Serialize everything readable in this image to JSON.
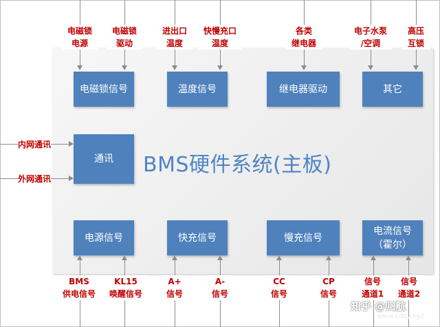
{
  "board": {
    "title": "BMS硬件系统(主板)"
  },
  "blocks": {
    "elock_signal": "电磁锁信号",
    "temp_signal": "温度信号",
    "relay_drive": "继电器驱动",
    "other": "其它",
    "comm": "通讯",
    "power_signal": "电源信号",
    "fast_charge": "快充信号",
    "slow_charge": "慢充信号",
    "current_signal_l1": "电流信号",
    "current_signal_l2": "（霍尔）"
  },
  "top_labels": {
    "elock_power": [
      "电磁锁",
      "电源"
    ],
    "elock_drive": [
      "电磁锁",
      "驱动"
    ],
    "inlet_temp": [
      "进出口",
      "温度"
    ],
    "port_temp": [
      "快慢充口",
      "温度"
    ],
    "relays": [
      "各类",
      "继电器"
    ],
    "pump_ac": [
      "电子水泵",
      "/空调"
    ],
    "hv_interlock": [
      "高压",
      "互锁"
    ]
  },
  "side_labels": {
    "internal_comm": "内网通讯",
    "external_comm": "外网通讯"
  },
  "bottom_labels": {
    "bms_power": [
      "BMS",
      "供电信号"
    ],
    "kl15_wake": [
      "KL15",
      "唤醒信号"
    ],
    "a_plus": [
      "A+",
      "信号"
    ],
    "a_minus": [
      "A-",
      "信号"
    ],
    "cc": [
      "CC",
      "信号"
    ],
    "cp": [
      "CP",
      "信号"
    ],
    "ch1": [
      "信号",
      "通道1"
    ],
    "ch2": [
      "信号",
      "通道2"
    ]
  },
  "watermark": {
    "line1": "知乎 @归航",
    "line2": "www.cdsy.xyz"
  }
}
